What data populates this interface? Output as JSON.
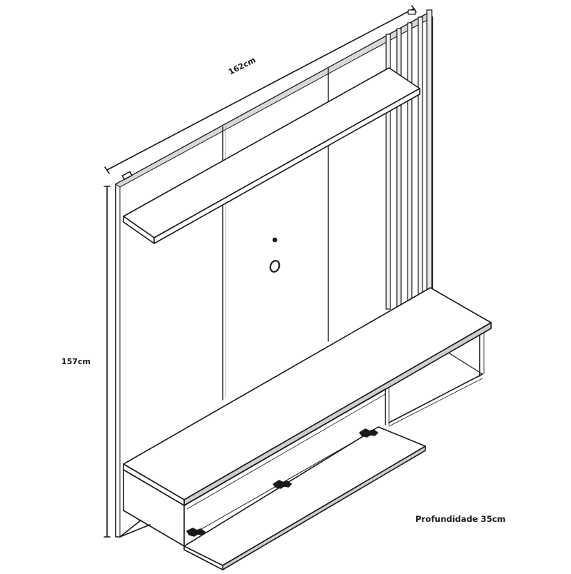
{
  "diagram": {
    "subject": "TV panel with shelf, slatted side and floating rack",
    "dimensions": {
      "width_label": "162cm",
      "height_label": "157cm",
      "depth_label": "Profundidade 35cm"
    },
    "colors": {
      "line": "#1a1a1a",
      "fill": "#ffffff",
      "shade": "#9a9a9a"
    }
  }
}
